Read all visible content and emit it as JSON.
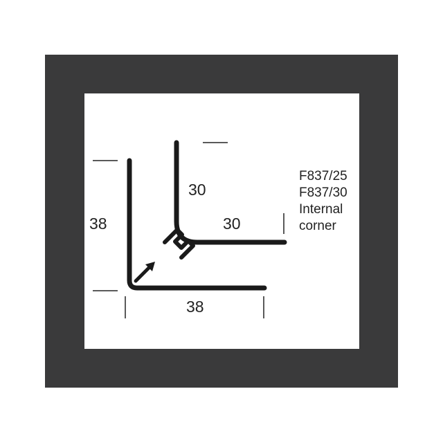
{
  "dimensions": {
    "outer_height": "38",
    "outer_width": "38",
    "inner_height": "30",
    "inner_width": "30"
  },
  "spec_lines": [
    "F837/25",
    "F837/30",
    "Internal",
    "corner"
  ],
  "colors": {
    "frame": "#3a3a3b",
    "panel": "#ffffff",
    "profile": "#1a1a1a",
    "text": "#222222"
  }
}
